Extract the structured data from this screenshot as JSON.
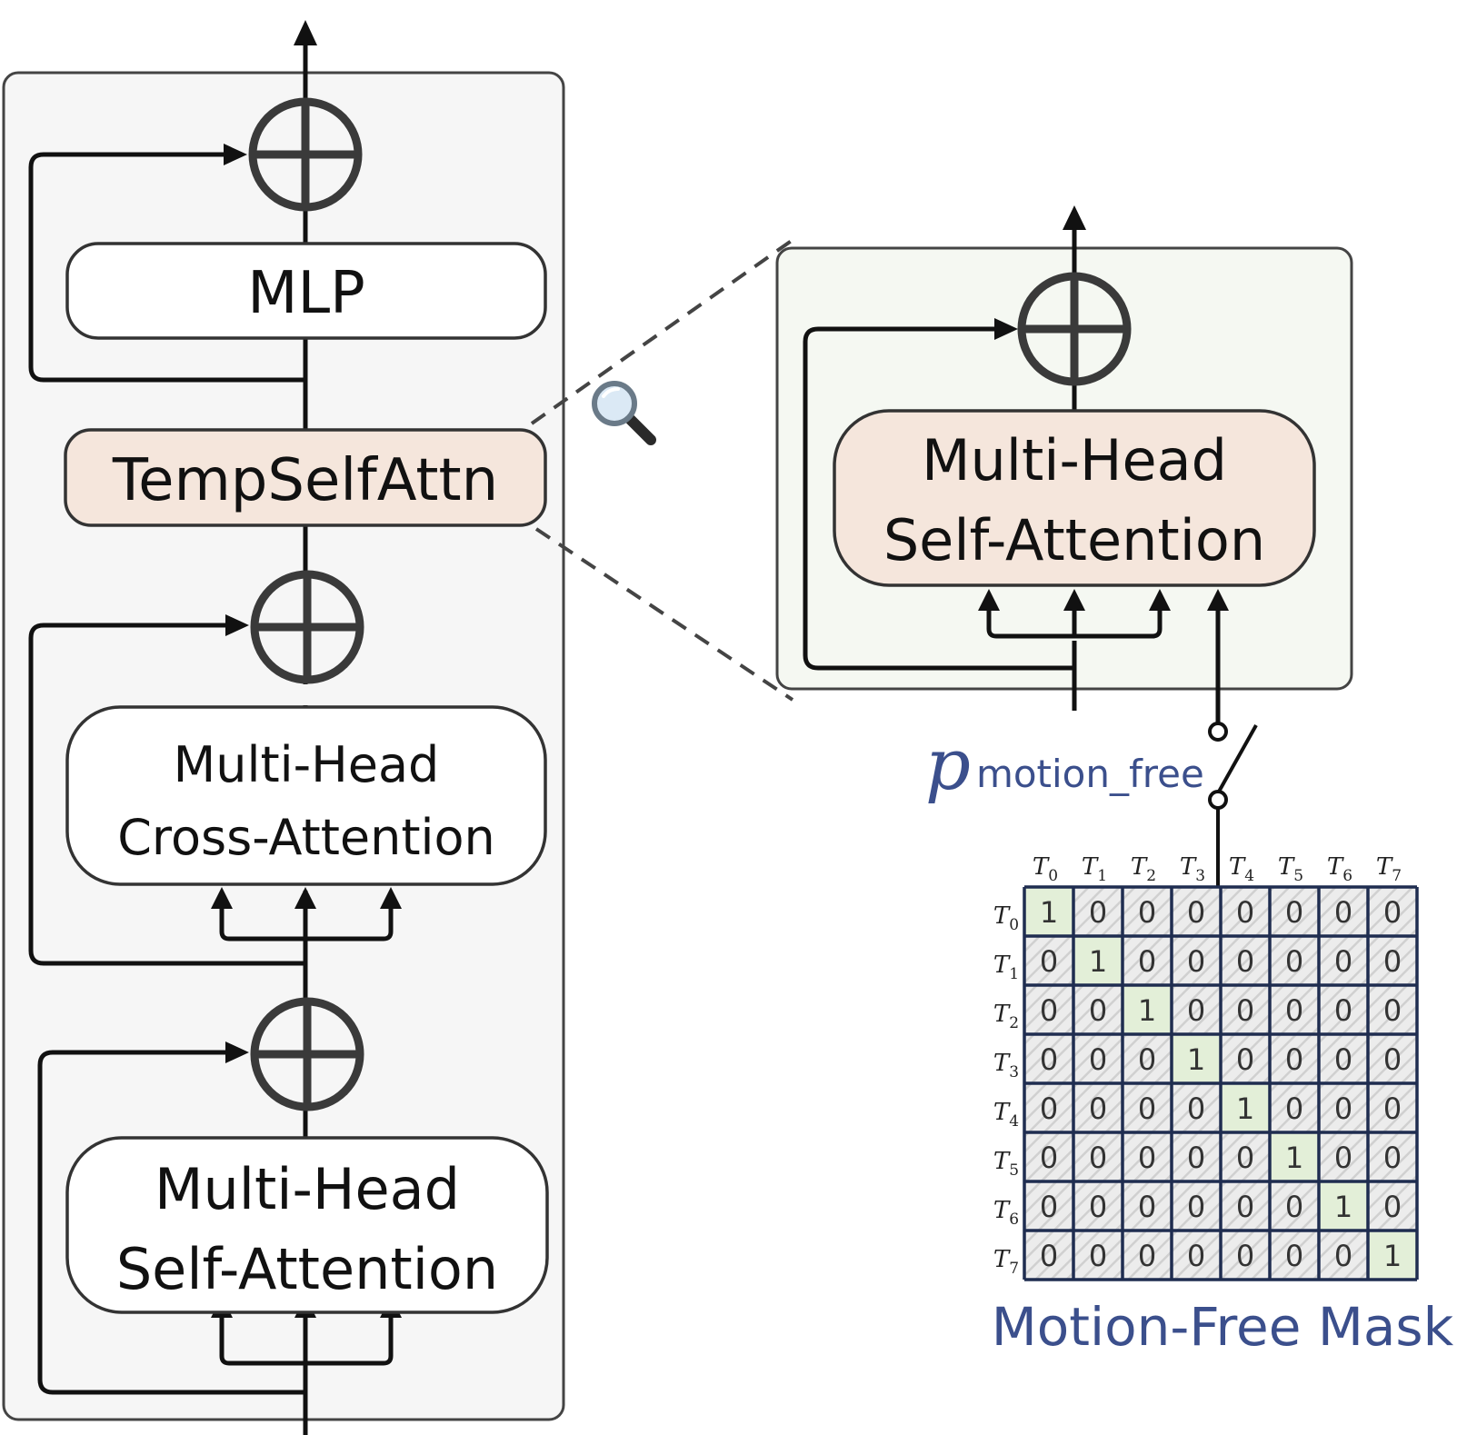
{
  "left_block": {
    "mlp_label": "MLP",
    "temp_self_attn_label": "TempSelfAttn",
    "cross_attention_label": [
      "Multi-Head",
      "Cross-Attention"
    ],
    "self_attention_label": [
      "Multi-Head",
      "Self-Attention"
    ]
  },
  "zoom": {
    "icon": "magnifier-icon",
    "self_attention_label": [
      "Multi-Head",
      "Self-Attention"
    ]
  },
  "switch": {
    "symbol": "p",
    "subscript": "motion_free"
  },
  "mask": {
    "title": "Motion-Free Mask",
    "row_labels": [
      "T0",
      "T1",
      "T2",
      "T3",
      "T4",
      "T5",
      "T6",
      "T7"
    ],
    "col_labels": [
      "T0",
      "T1",
      "T2",
      "T3",
      "T4",
      "T5",
      "T6",
      "T7"
    ],
    "values": [
      [
        1,
        0,
        0,
        0,
        0,
        0,
        0,
        0
      ],
      [
        0,
        1,
        0,
        0,
        0,
        0,
        0,
        0
      ],
      [
        0,
        0,
        1,
        0,
        0,
        0,
        0,
        0
      ],
      [
        0,
        0,
        0,
        1,
        0,
        0,
        0,
        0
      ],
      [
        0,
        0,
        0,
        0,
        1,
        0,
        0,
        0
      ],
      [
        0,
        0,
        0,
        0,
        0,
        1,
        0,
        0
      ],
      [
        0,
        0,
        0,
        0,
        0,
        0,
        1,
        0
      ],
      [
        0,
        0,
        0,
        0,
        0,
        0,
        0,
        1
      ]
    ]
  },
  "colors": {
    "temp_block_fill": "#f5e6dc",
    "left_panel_fill": "#f6f6f6",
    "right_panel_fill": "#f5f8f2",
    "mask_diag_fill": "#e3efd8",
    "mask_grid": "#1f2d50",
    "accent_text": "#3b4f8c"
  }
}
